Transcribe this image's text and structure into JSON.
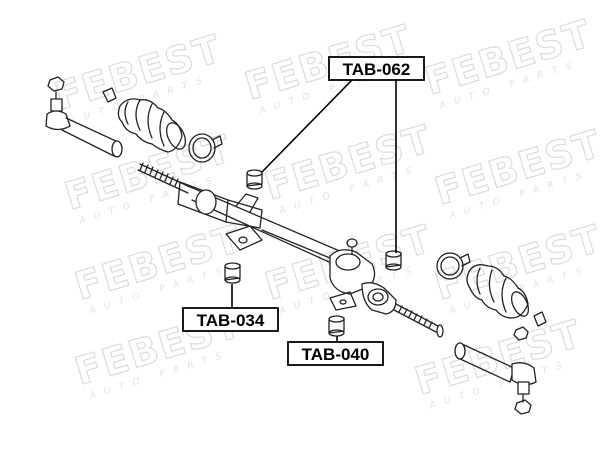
{
  "watermark": {
    "brand": "FEBEST",
    "sub": "AUTO PARTS"
  },
  "labels": {
    "tab_062": "TAB-062",
    "tab_034": "TAB-034",
    "tab_040": "TAB-040"
  }
}
